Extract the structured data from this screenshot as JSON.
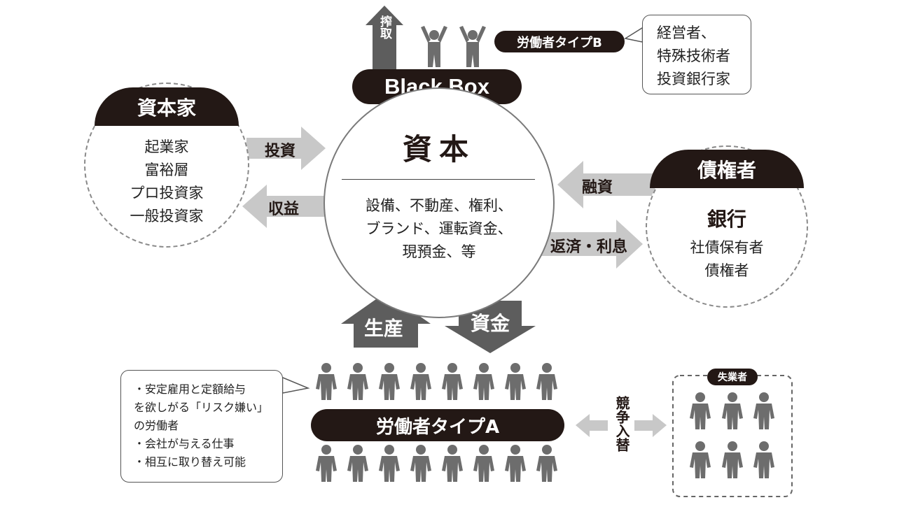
{
  "extract": {
    "label": "搾取"
  },
  "blackbox": {
    "label": "Black Box"
  },
  "worker_b": {
    "label": "労働者タイプB",
    "note_lines": [
      "経営者、",
      "特殊技術者",
      "投資銀行家"
    ]
  },
  "capital": {
    "title": "資本",
    "items_lines": [
      "設備、不動産、権利、",
      "ブランド、運転資金、",
      "現預金、等"
    ]
  },
  "capitalist": {
    "title": "資本家",
    "items": [
      "起業家",
      "富裕層",
      "プロ投資家",
      "一般投資家"
    ]
  },
  "flows": {
    "invest": "投資",
    "profit": "収益",
    "loan": "融資",
    "repay": "返済・利息",
    "produce": "生産",
    "fund": "資金",
    "compete_vertical": "競争入替"
  },
  "creditor": {
    "title": "債権者",
    "main": "銀行",
    "items": [
      "社債保有者",
      "債権者"
    ]
  },
  "worker_a": {
    "label": "労働者タイプA",
    "note_lines": [
      "・安定雇用と定額給与",
      "を欲しがる「リスク嫌い」",
      "の労働者",
      "・会社が与える仕事",
      "・相互に取り替え可能"
    ]
  },
  "unemployed": {
    "label": "失業者"
  },
  "colors": {
    "dark": "#231815",
    "arrow_gray": "#c8c8c8",
    "arrow_dark": "#5d5d5d",
    "person": "#6d6d6d"
  }
}
